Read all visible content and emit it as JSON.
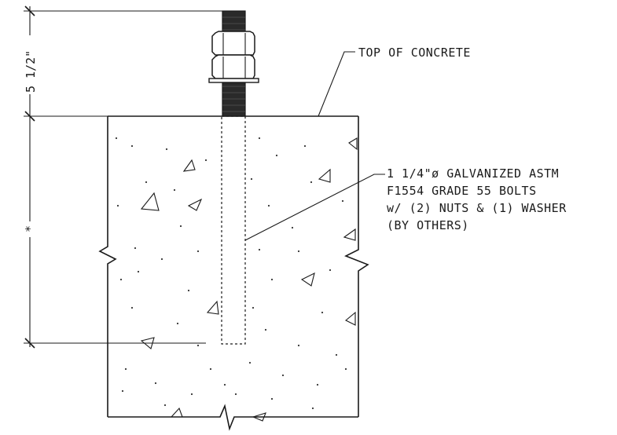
{
  "labels": {
    "top_of_concrete": "TOP OF CONCRETE",
    "bolt_line1": "1 1/4\"ø GALVANIZED ASTM",
    "bolt_line2": "F1554 GRADE 55 BOLTS",
    "bolt_line3": "w/ (2) NUTS & (1) WASHER",
    "bolt_line4": "(BY OTHERS)"
  },
  "dimensions": {
    "projection": "5 1/2\"",
    "embedment": "*"
  },
  "colors": {
    "ink": "#1a1a1a",
    "paper": "#ffffff"
  }
}
